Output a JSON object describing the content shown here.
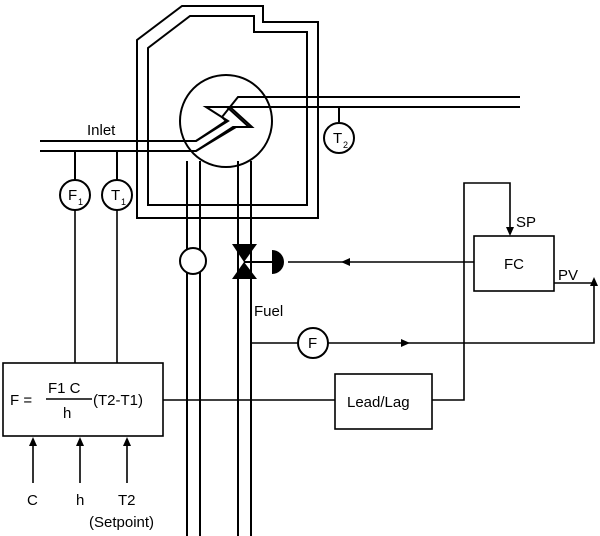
{
  "labels": {
    "inlet": "Inlet",
    "fuel": "Fuel",
    "sp": "SP",
    "pv": "PV",
    "fc": "FC",
    "lead_lag": "Lead/Lag",
    "f_sensor": "F",
    "f1_main": "F",
    "f1_sub": "1",
    "t1_main": "T",
    "t1_sub": "1",
    "t2_main": "T",
    "t2_sub": "2"
  },
  "equation": {
    "lhs": "F =",
    "numerator": "F1 C",
    "denominator": "h",
    "tail": "(T2-T1)"
  },
  "inputs": {
    "c": "C",
    "h": "h",
    "t2": "T2",
    "setpoint": "(Setpoint)"
  },
  "colors": {
    "furnace_fill": "#d3d3d3",
    "line": "#000000"
  }
}
